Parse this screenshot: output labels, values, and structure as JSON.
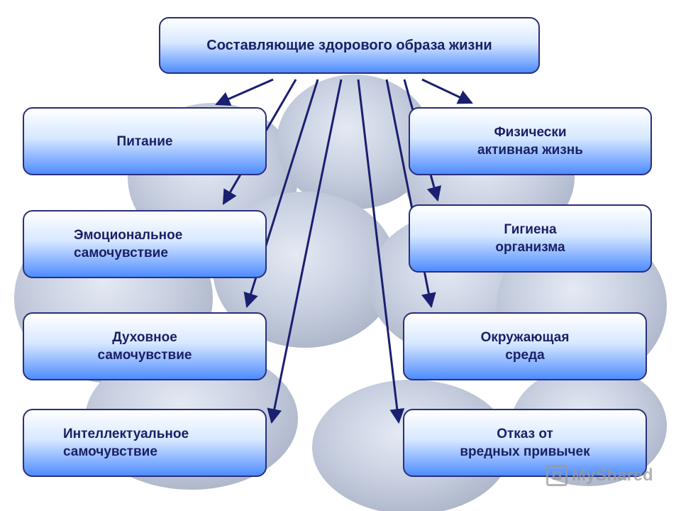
{
  "title": "Составляющие здорового образа жизни",
  "left": [
    "Питание",
    "Эмоциональное\n      самочувствие",
    "Духовное\nсамочувствие",
    "Интеллектуальное\n      самочувствие"
  ],
  "right": [
    "Физически\nактивная жизнь",
    "Гигиена\nорганизма",
    "Окружающая\nсреда",
    "Отказ от\nвредных привычек"
  ],
  "watermark": "MyShared",
  "colors": {
    "border": "#2a2f7a",
    "text": "#1a1f66",
    "arrow": "#1b1f70"
  }
}
